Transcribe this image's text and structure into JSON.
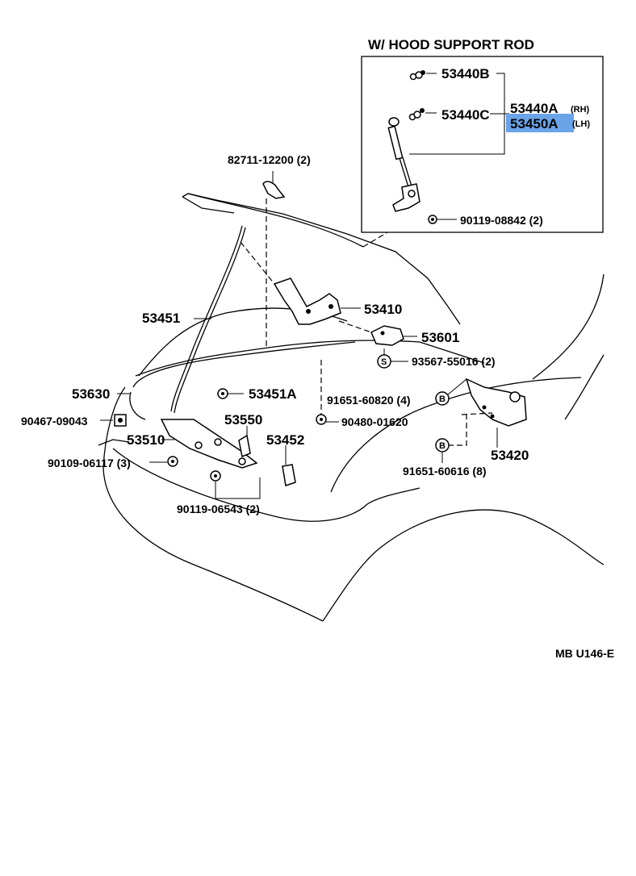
{
  "inset": {
    "title": "W/ HOOD  SUPPORT  ROD",
    "parts": {
      "p53440B": "53440B",
      "p53440C": "53440C",
      "p53440A": "53440A",
      "rh": "(RH)",
      "p53450A": "53450A",
      "lh": "(LH)",
      "p90119_08842": "90119-08842  (2)"
    }
  },
  "callouts": {
    "p82711": "82711-12200  (2)",
    "p53451": "53451",
    "p53410": "53410",
    "p53601": "53601",
    "p93567": "93567-55016  (2)",
    "p53630": "53630",
    "p53451A": "53451A",
    "p91651_60820": "91651-60820  (4)",
    "p90467": "90467-09043",
    "p53550": "53550",
    "p90480": "90480-01620",
    "p53510": "53510",
    "p53452": "53452",
    "p53420": "53420",
    "p90109": "90109-06117  (3)",
    "p91651_60616": "91651-60616  (8)",
    "p90119_06543": "90119-06543  (2)"
  },
  "badges": {
    "s": "S",
    "b1": "B",
    "b2": "B"
  },
  "footer": {
    "code": "MB  U146-E"
  },
  "colors": {
    "highlight": "#6aa3e8",
    "ink": "#000000"
  }
}
